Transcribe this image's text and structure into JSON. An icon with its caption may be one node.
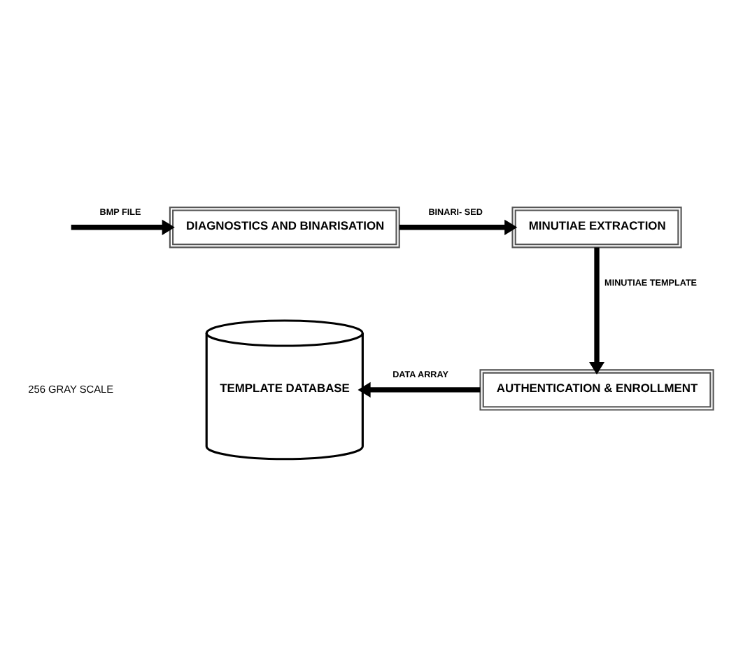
{
  "diagram": {
    "nodes": [
      {
        "text": [
          "DIAGNOSTICS AND BINARISATION"
        ]
      },
      {
        "text": [
          "MINUTIAE EXTRACTION"
        ]
      },
      {
        "text": [
          "AUTHENTICATION & ENROLLMENT"
        ]
      },
      {
        "text": [
          "TEMPLATE DATABASE"
        ]
      }
    ],
    "edges": [
      {
        "from": null,
        "to": 0,
        "arrow": "to",
        "label": "BMP FILE"
      },
      {
        "from": 0,
        "to": 1,
        "arrow": "to",
        "label": "BINARI- SED"
      },
      {
        "from": 1,
        "to": 2,
        "arrow": "to",
        "label": "MINUTIAE TEMPLATE"
      },
      {
        "from": 2,
        "to": 3,
        "arrow": "to",
        "label": "DATA ARRAY"
      }
    ],
    "labels": [
      "256 GRAY SCALE"
    ]
  }
}
